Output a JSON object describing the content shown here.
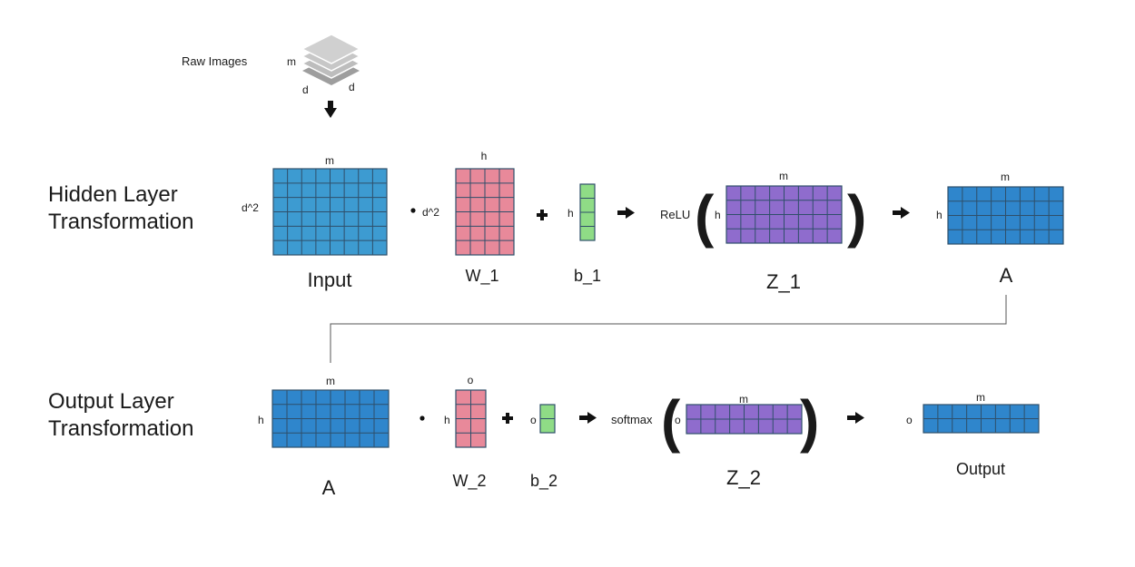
{
  "colors": {
    "input": "#3d9bd1",
    "weight": "#e8899a",
    "bias": "#8fdc86",
    "z": "#8f6ccd",
    "activation": "#2f86cc",
    "grid_line": "#2f4f6a",
    "stack": "#bdbdbd"
  },
  "raw": {
    "title": "Raw Images",
    "m": "m",
    "d_left": "d",
    "d_right": "d"
  },
  "hidden": {
    "title_line1": "Hidden Layer",
    "title_line2": "Transformation",
    "input": {
      "label": "Input",
      "cols": "m",
      "rows": "d^2"
    },
    "w": {
      "label": "W_1",
      "cols": "h",
      "rows": "d^2"
    },
    "b": {
      "label": "b_1",
      "rows": "h"
    },
    "activation_fn": "ReLU",
    "z": {
      "label": "Z_1",
      "cols": "m",
      "rows": "h"
    },
    "a": {
      "label": "A",
      "cols": "m",
      "rows": "h"
    }
  },
  "output": {
    "title_line1": "Output Layer",
    "title_line2": "Transformation",
    "a": {
      "label": "A",
      "cols": "m",
      "rows": "h"
    },
    "w": {
      "label": "W_2",
      "cols": "o",
      "rows": "h"
    },
    "b": {
      "label": "b_2",
      "rows": "o"
    },
    "activation_fn": "softmax",
    "z": {
      "label": "Z_2",
      "cols": "m",
      "rows": "o"
    },
    "out": {
      "label": "Output",
      "cols": "m",
      "rows": "o"
    }
  },
  "operators": {
    "dot": "•",
    "plus": "+",
    "arrow": "→",
    "paren_open": "(",
    "paren_close": ")"
  },
  "icons": [
    "image-stack-icon",
    "arrow-down-icon",
    "arrow-right-icon",
    "plus-icon",
    "dot-icon"
  ]
}
